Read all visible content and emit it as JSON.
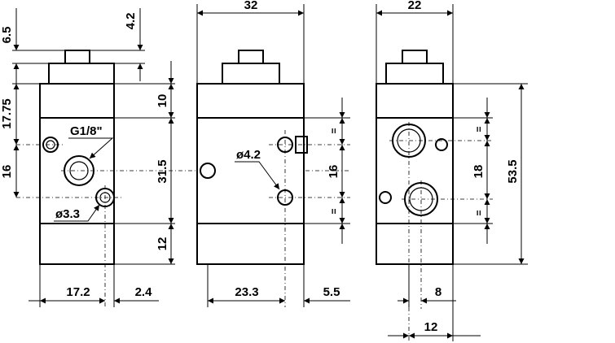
{
  "drawing": {
    "left_view": {
      "dims": {
        "d_6_5": "6.5",
        "d_4_2": "4.2",
        "d_17_75": "17.75",
        "d_10": "10",
        "d_16": "16",
        "d_31_5": "31.5",
        "d_12": "12",
        "d_17_2": "17.2",
        "d_2_4": "2.4"
      },
      "labels": {
        "thread": "G1/8\"",
        "hole_dia": "ø3.3"
      }
    },
    "middle_view": {
      "dims": {
        "d_32": "32",
        "d_16": "16",
        "d_23_3": "23.3",
        "d_5_5": "5.5",
        "eq_top": "=",
        "eq_bottom": "="
      },
      "labels": {
        "hole_dia": "ø4.2"
      }
    },
    "right_view": {
      "dims": {
        "d_22": "22",
        "d_18": "18",
        "d_53_5": "53.5",
        "d_8": "8",
        "d_12": "12",
        "eq_top": "=",
        "eq_bottom": "="
      }
    }
  }
}
